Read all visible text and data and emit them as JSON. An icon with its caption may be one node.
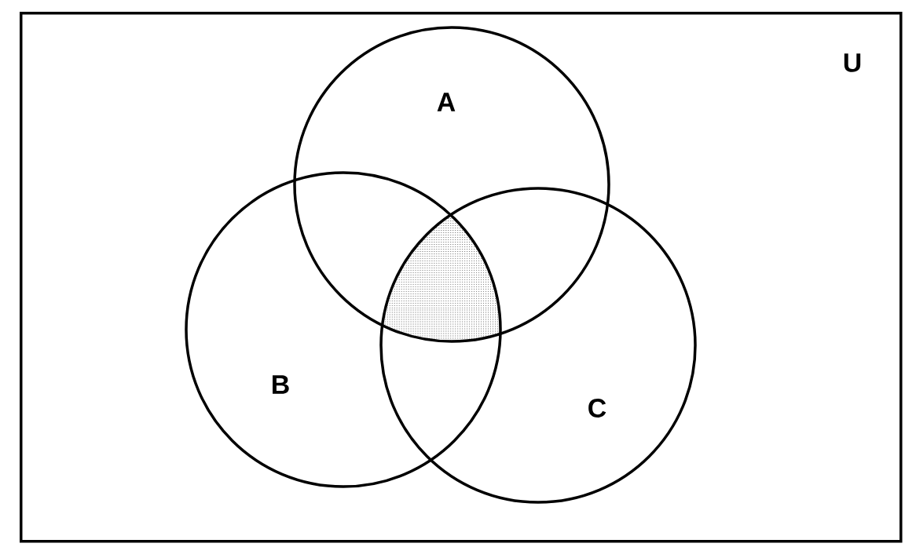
{
  "diagram": {
    "nodes": [
      {
        "text": [
          "U"
        ]
      },
      {
        "text": [
          "A"
        ],
        "in": 0
      },
      {
        "text": [
          "B"
        ],
        "in": 0
      },
      {
        "text": [
          "C"
        ],
        "in": 0
      }
    ]
  }
}
